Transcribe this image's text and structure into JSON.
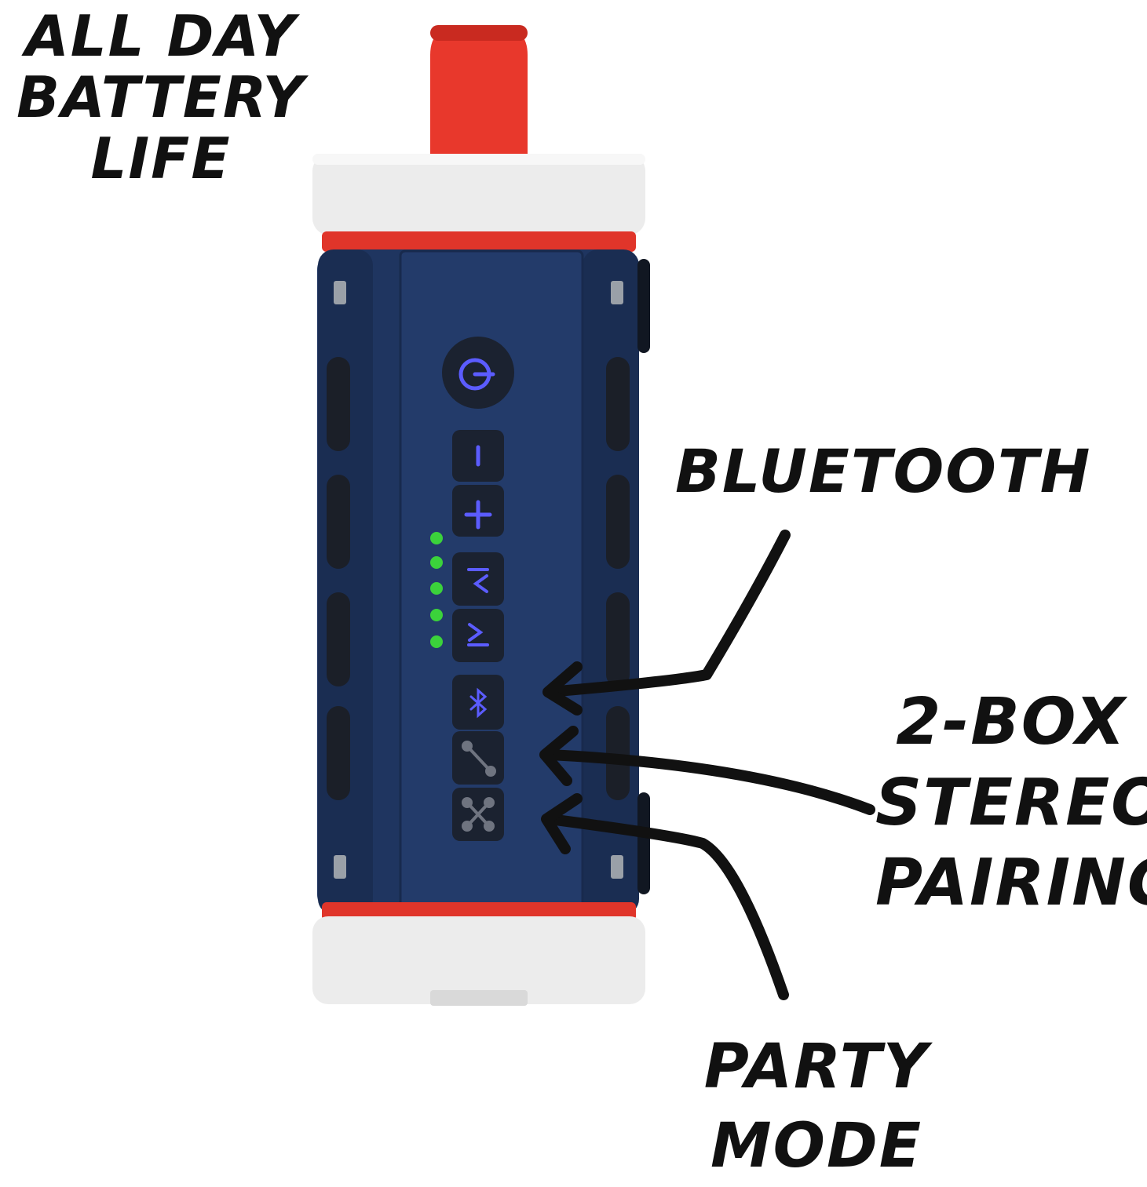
{
  "labels": {
    "battery": [
      "ALL DAY",
      "BATTERY",
      "LIFE"
    ],
    "bluetooth": [
      "BLUETOOTH"
    ],
    "stereo": [
      "2-BOX",
      "STEREO",
      "PAIRING"
    ],
    "party": [
      "PARTY",
      "MODE"
    ]
  },
  "colors": {
    "handle": "#e8382c",
    "cap": "#ececec",
    "accent_stripe": "#e0352a",
    "body": "#1f3560",
    "button": "#1b2230",
    "button_glyph": "#5b5cff",
    "battery_led": "#3bd23b",
    "ink": "#111111"
  },
  "buttons": [
    {
      "name": "power",
      "icon": "power-icon"
    },
    {
      "name": "volume-down",
      "icon": "minus-icon"
    },
    {
      "name": "volume-up",
      "icon": "plus-icon"
    },
    {
      "name": "previous-track",
      "icon": "skip-back-icon"
    },
    {
      "name": "next-track",
      "icon": "skip-forward-icon"
    },
    {
      "name": "bluetooth",
      "icon": "bluetooth-icon"
    },
    {
      "name": "stereo-pairing",
      "icon": "link-icon"
    },
    {
      "name": "party-mode",
      "icon": "party-icon"
    }
  ],
  "battery_leds_lit": 5
}
